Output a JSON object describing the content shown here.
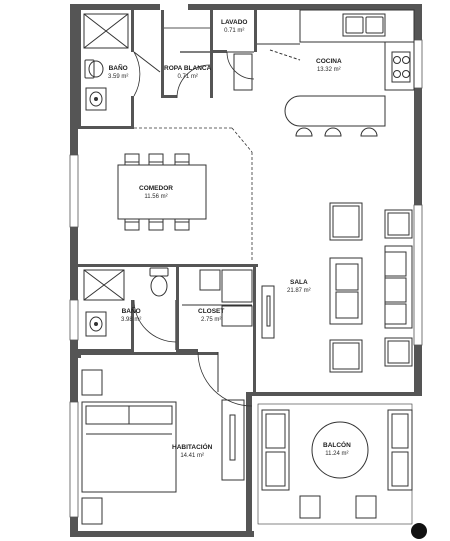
{
  "rooms": {
    "bano1": {
      "name": "BAÑO",
      "area": "3.59 m²"
    },
    "lavado": {
      "name": "LAVADO",
      "area": "0.71 m²"
    },
    "ropa": {
      "name": "ROPA BLANCA",
      "area": "0.71 m²"
    },
    "cocina": {
      "name": "COCINA",
      "area": "13.32 m²"
    },
    "comedor": {
      "name": "COMEDOR",
      "area": "11.56 m²"
    },
    "sala": {
      "name": "SALA",
      "area": "21.87 m²"
    },
    "bano2": {
      "name": "BAÑO",
      "area": "3.98 m²"
    },
    "closet": {
      "name": "CLOSET",
      "area": "2.75 m²"
    },
    "habitacion": {
      "name": "HABITACIÓN",
      "area": "14.41 m²"
    },
    "balcon": {
      "name": "BALCÓN",
      "area": "11.24 m²"
    }
  },
  "colors": {
    "wall": "#4a4a4a",
    "line": "#333333",
    "fill": "#ffffff"
  }
}
